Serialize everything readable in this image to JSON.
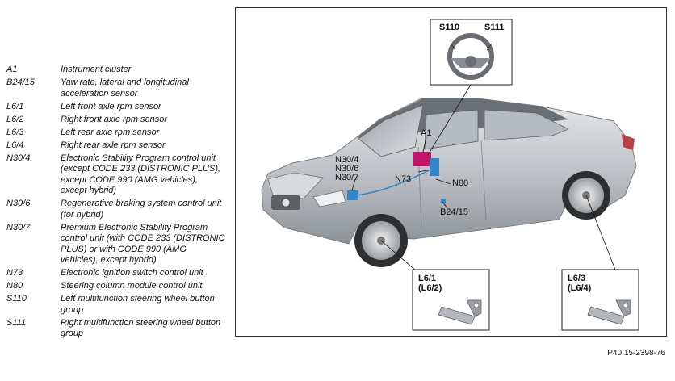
{
  "legend": [
    {
      "code": "A1",
      "desc": "Instrument cluster"
    },
    {
      "code": "B24/15",
      "desc": "Yaw rate, lateral and longitudinal acceleration sensor"
    },
    {
      "code": "L6/1",
      "desc": "Left front axle rpm sensor"
    },
    {
      "code": "L6/2",
      "desc": "Right front axle rpm sensor"
    },
    {
      "code": "L6/3",
      "desc": "Left rear axle rpm sensor"
    },
    {
      "code": "L6/4",
      "desc": "Right rear axle rpm sensor"
    },
    {
      "code": "N30/4",
      "desc": "Electronic Stability Program control unit (except CODE 233 (DISTRONIC PLUS), except CODE 990 (AMG vehicles), except hybrid)"
    },
    {
      "code": "N30/6",
      "desc": "Regenerative braking system control unit (for hybrid)"
    },
    {
      "code": "N30/7",
      "desc": "Premium Electronic Stability Program control unit (with CODE 233 (DISTRONIC PLUS) or with CODE 990 (AMG vehicles), except hybrid)"
    },
    {
      "code": "N73",
      "desc": "Electronic ignition switch control unit"
    },
    {
      "code": "N80",
      "desc": "Steering column module control unit"
    },
    {
      "code": "S110",
      "desc": "Left multifunction steering wheel button group"
    },
    {
      "code": "S111",
      "desc": "Right multifunction steering wheel button group"
    }
  ],
  "figure": {
    "callouts": {
      "s110": "S110",
      "s111": "S111",
      "a1": "A1",
      "n30_4": "N30/4",
      "n30_6": "N30/6",
      "n30_7": "N30/7",
      "n73": "N73",
      "n80": "N80",
      "b24_15": "B24/15",
      "front_sensor": "L6/1",
      "front_sensor_alt": "(L6/2)",
      "rear_sensor": "L6/3",
      "rear_sensor_alt": "(L6/4)"
    },
    "reference": "P40.15-2398-76"
  }
}
